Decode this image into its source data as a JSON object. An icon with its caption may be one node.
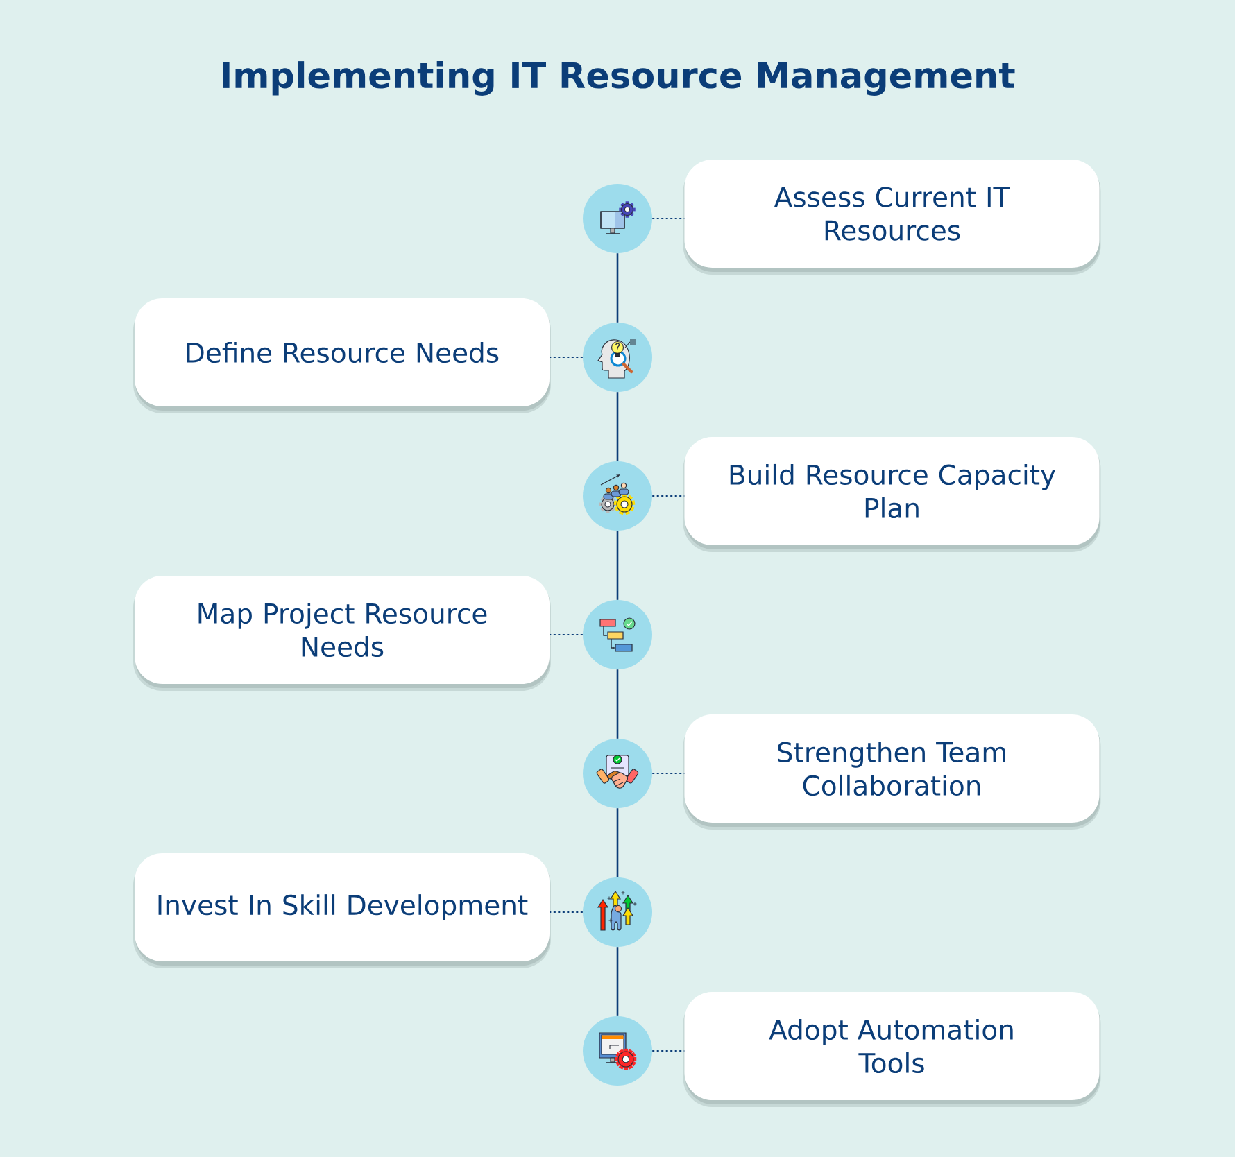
{
  "diagram": {
    "title": "Implementing IT Resource Management",
    "nodes": [
      {
        "text": [],
        "shape": "circle"
      },
      {
        "text": [
          "Assess Current IT Resources"
        ]
      },
      {
        "text": [
          "Define Resource Needs"
        ]
      },
      {
        "text": [],
        "shape": "circle"
      },
      {
        "text": [],
        "shape": "circle"
      },
      {
        "text": [
          "Build Resource Capacity Plan"
        ]
      },
      {
        "text": [
          "Map Project Resource Needs"
        ]
      },
      {
        "text": [],
        "shape": "circle"
      },
      {
        "text": [],
        "shape": "circle"
      },
      {
        "text": [
          "Strengthen Team Collaboration"
        ]
      },
      {
        "text": [
          "Invest In Skill Development"
        ]
      },
      {
        "text": [],
        "shape": "circle"
      },
      {
        "text": [],
        "shape": "circle"
      },
      {
        "text": [
          "Adopt Automation Tools"
        ]
      }
    ],
    "edges": [
      {
        "from": 0,
        "to": 1,
        "arrow": "none",
        "style": "dashed"
      },
      {
        "from": 0,
        "to": 3,
        "arrow": "none"
      },
      {
        "from": 3,
        "to": 2,
        "arrow": "none",
        "style": "dashed"
      },
      {
        "from": 3,
        "to": 4,
        "arrow": "none"
      },
      {
        "from": 4,
        "to": 5,
        "arrow": "none",
        "style": "dashed"
      },
      {
        "from": 4,
        "to": 7,
        "arrow": "none"
      },
      {
        "from": 7,
        "to": 6,
        "arrow": "none",
        "style": "dashed"
      },
      {
        "from": 7,
        "to": 8,
        "arrow": "none"
      },
      {
        "from": 8,
        "to": 9,
        "arrow": "none",
        "style": "dashed"
      },
      {
        "from": 8,
        "to": 11,
        "arrow": "none"
      },
      {
        "from": 11,
        "to": 10,
        "arrow": "none",
        "style": "dashed"
      },
      {
        "from": 11,
        "to": 12,
        "arrow": "none"
      },
      {
        "from": 12,
        "to": 13,
        "arrow": "none",
        "style": "dashed"
      }
    ]
  }
}
